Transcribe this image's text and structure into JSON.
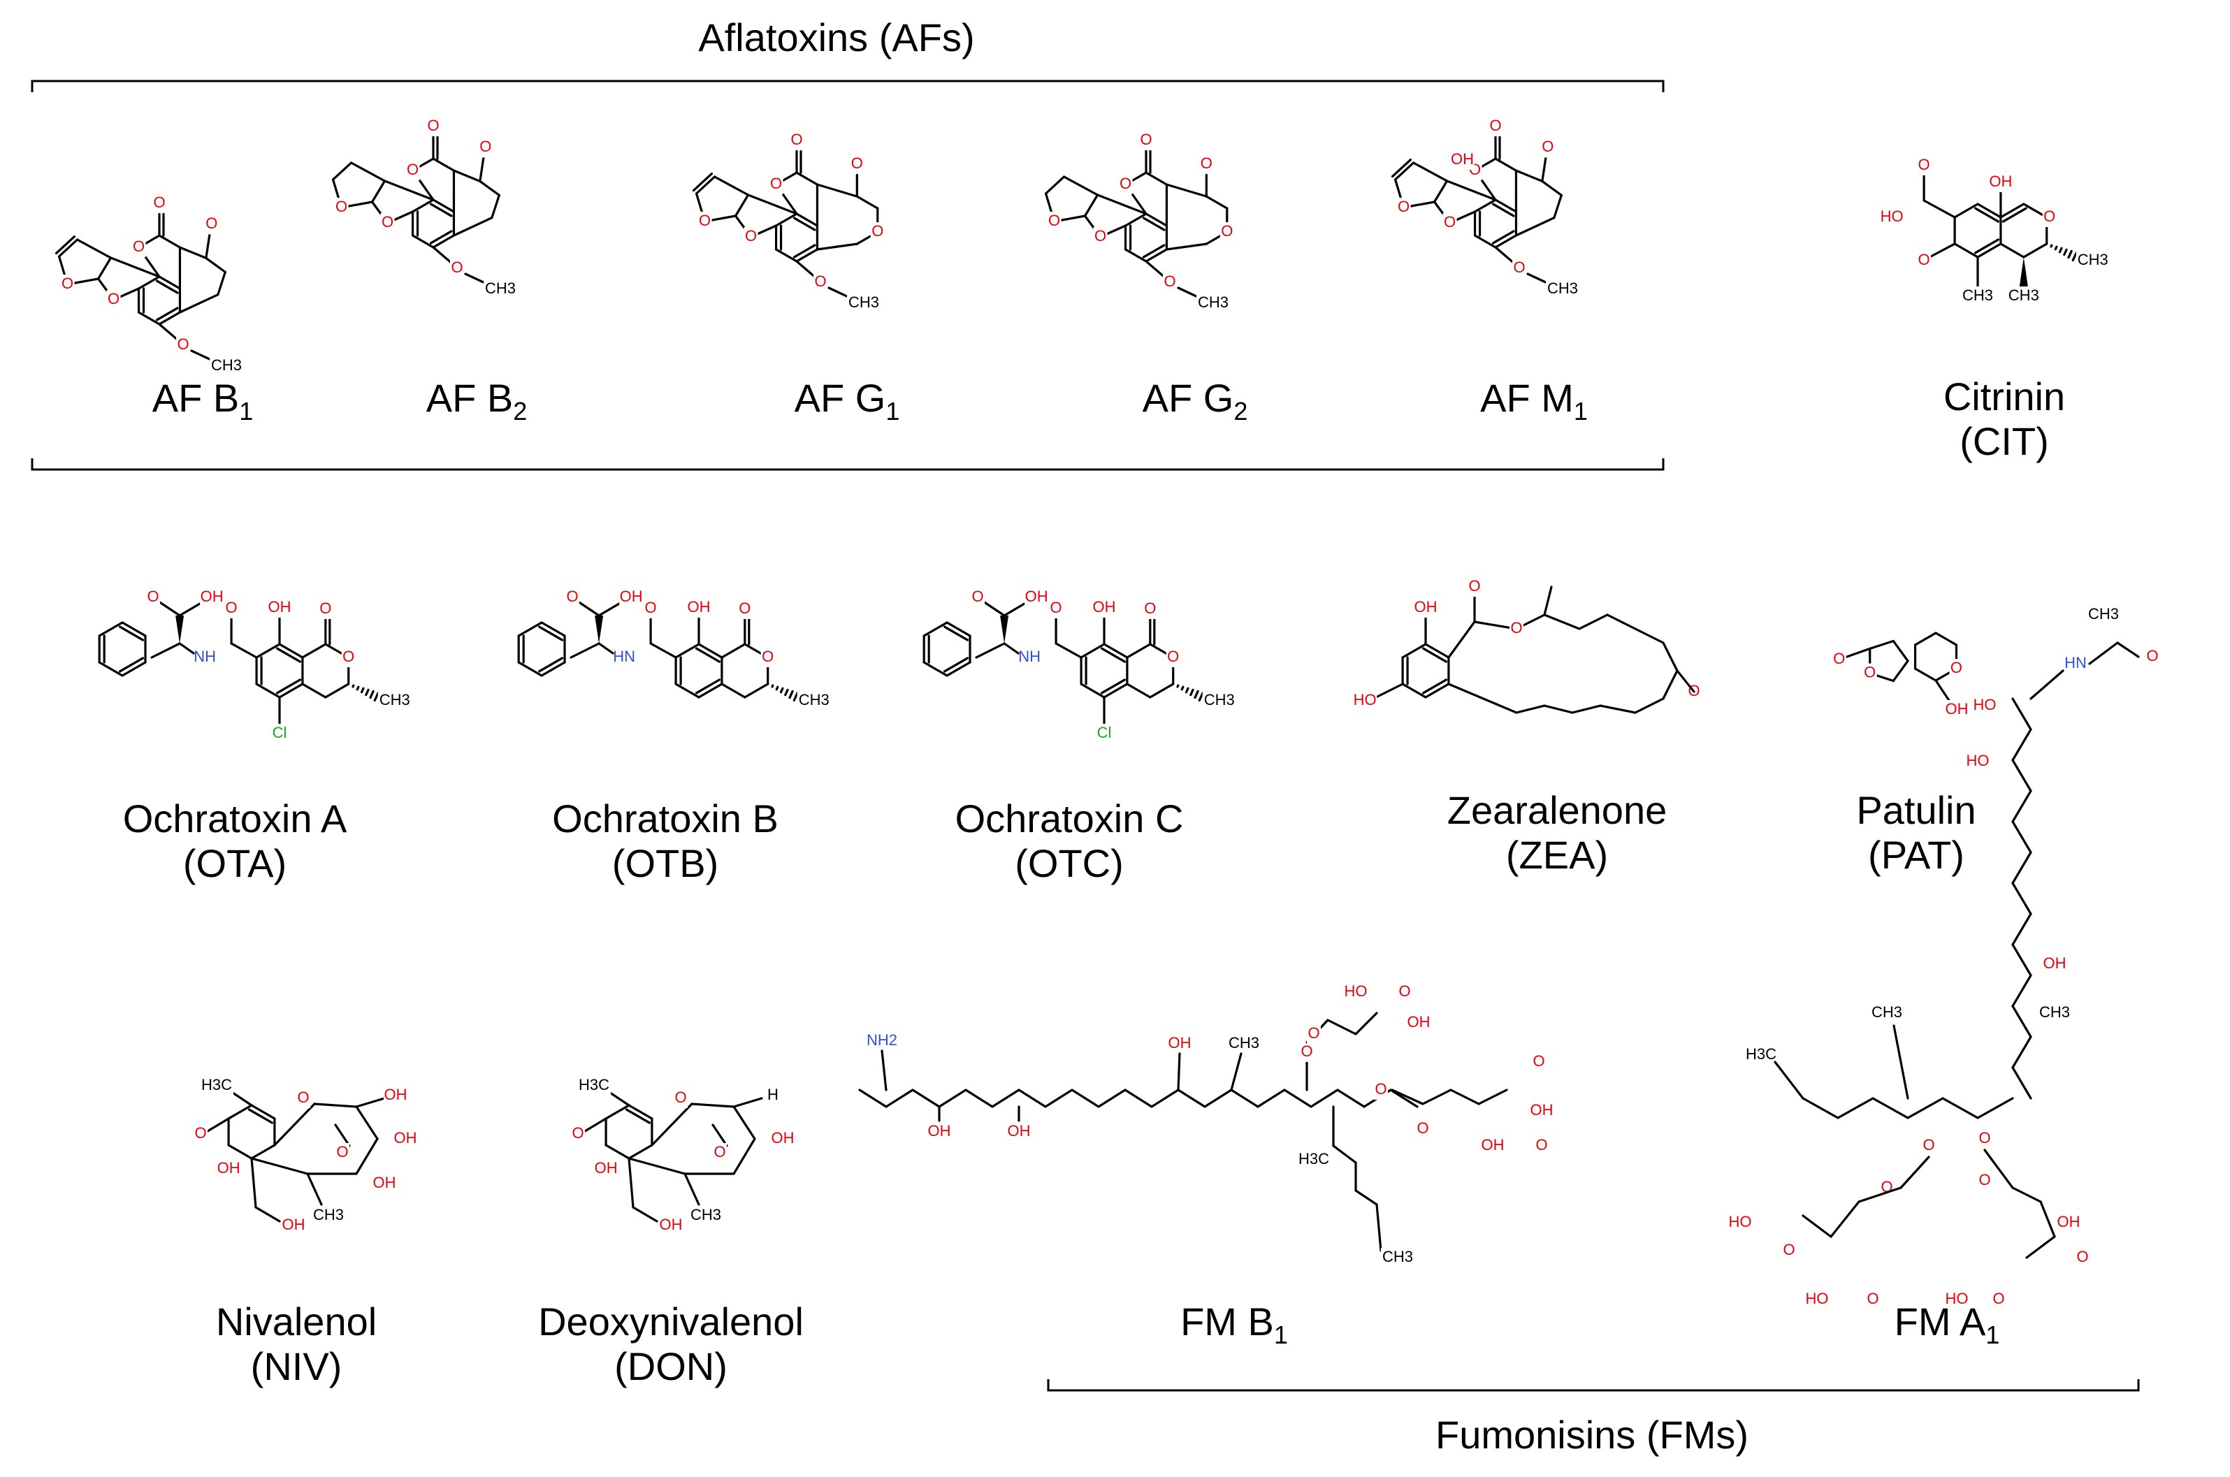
{
  "groups": {
    "aflatoxins": "Aflatoxins (AFs)",
    "fumonisins": "Fumonisins (FMs)"
  },
  "compounds": {
    "afb1": {
      "base": "AF B",
      "sub": "1"
    },
    "afb2": {
      "base": "AF B",
      "sub": "2"
    },
    "afg1": {
      "base": "AF G",
      "sub": "1"
    },
    "afg2": {
      "base": "AF G",
      "sub": "2"
    },
    "afm1": {
      "base": "AF M",
      "sub": "1"
    },
    "cit": {
      "name": "Citrinin",
      "abbr": "(CIT)"
    },
    "ota": {
      "name": "Ochratoxin A",
      "abbr": "(OTA)"
    },
    "otb": {
      "name": "Ochratoxin B",
      "abbr": "(OTB)"
    },
    "otc": {
      "name": "Ochratoxin C",
      "abbr": "(OTC)"
    },
    "zea": {
      "name": "Zearalenone",
      "abbr": "(ZEA)"
    },
    "pat": {
      "name": "Patulin",
      "abbr": "(PAT)"
    },
    "niv": {
      "name": "Nivalenol",
      "abbr": "(NIV)"
    },
    "don": {
      "name": "Deoxynivalenol",
      "abbr": "(DON)"
    },
    "fmb1": {
      "base": "FM B",
      "sub": "1"
    },
    "fma1": {
      "base": "FM A",
      "sub": "1"
    }
  },
  "atoms": {
    "o": "O",
    "oh": "OH",
    "ho": "HO",
    "ch3": "CH3",
    "h3c": "H3C",
    "h": "H",
    "nh": "NH",
    "hn": "HN",
    "nh2": "NH2",
    "cl": "Cl"
  },
  "colors": {
    "oxygen": "#e8000b",
    "nitrogen": "#3050d0",
    "chlorine": "#10b010",
    "bond": "#000000"
  }
}
